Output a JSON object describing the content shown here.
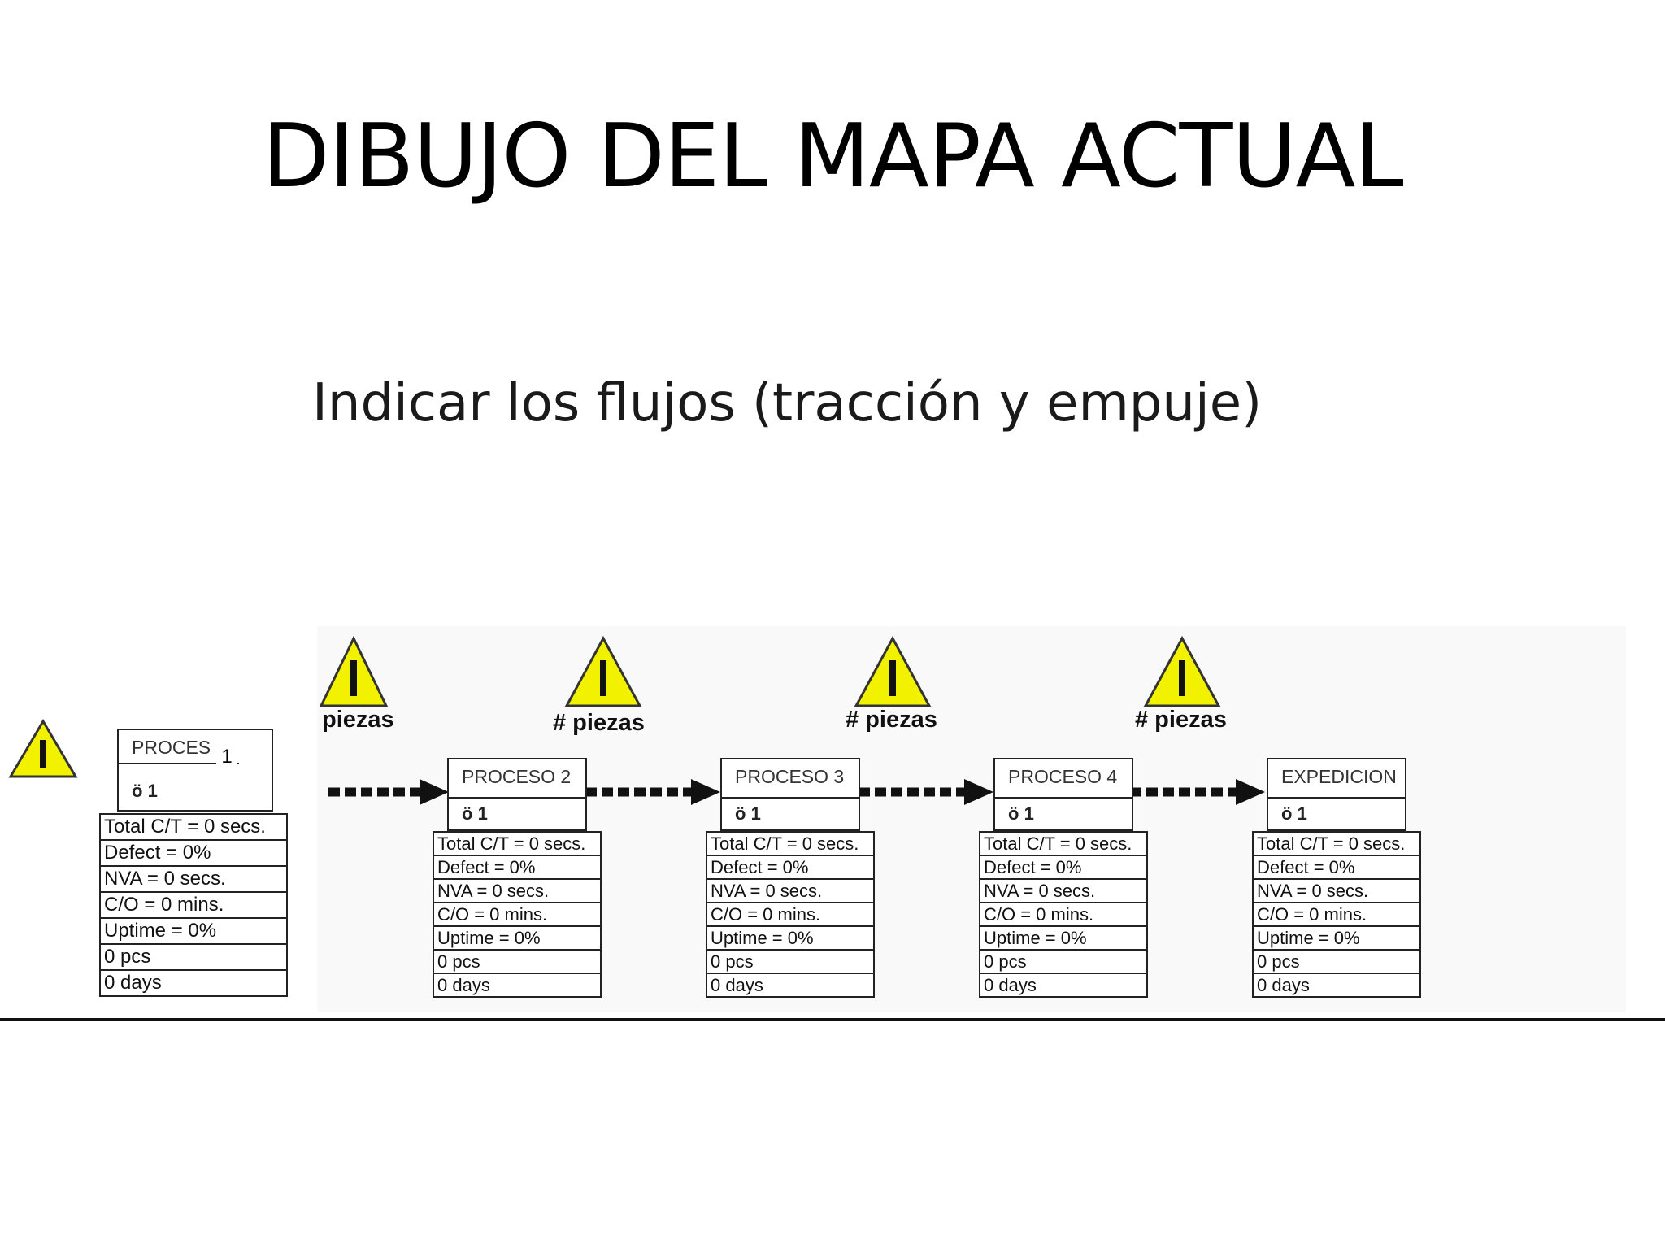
{
  "slide": {
    "title": "DIBUJO DEL MAPA ACTUAL",
    "subtitle": "Indicar los flujos (tracción y empuje)"
  },
  "diagram": {
    "inventory_labels": [
      "piezas",
      "# piezas",
      "# piezas",
      "# piezas"
    ],
    "processes": [
      {
        "name": "PROCES",
        "name_overlay": "1",
        "operators": "1",
        "metrics": [
          "Total C/T = 0 secs.",
          "Defect = 0%",
          "NVA = 0 secs.",
          "C/O = 0 mins.",
          "Uptime = 0%",
          "0 pcs",
          "0 days"
        ]
      },
      {
        "name": "PROCESO 2",
        "operators": "1",
        "metrics": [
          "Total C/T = 0 secs.",
          "Defect = 0%",
          "NVA = 0 secs.",
          "C/O = 0 mins.",
          "Uptime = 0%",
          "0 pcs",
          "0 days"
        ]
      },
      {
        "name": "PROCESO 3",
        "operators": "1",
        "metrics": [
          "Total C/T = 0 secs.",
          "Defect = 0%",
          "NVA = 0 secs.",
          "C/O = 0 mins.",
          "Uptime = 0%",
          "0 pcs",
          "0 days"
        ]
      },
      {
        "name": "PROCESO 4",
        "operators": "1",
        "metrics": [
          "Total C/T = 0 secs.",
          "Defect = 0%",
          "NVA = 0 secs.",
          "C/O = 0 mins.",
          "Uptime = 0%",
          "0 pcs",
          "0 days"
        ]
      },
      {
        "name": "EXPEDICION",
        "operators": "1",
        "metrics": [
          "Total C/T = 0 secs.",
          "Defect = 0%",
          "NVA = 0 secs.",
          "C/O = 0 mins.",
          "Uptime = 0%",
          "0 pcs",
          "0 days"
        ]
      }
    ],
    "icons": {
      "inventory": "inventory-triangle-icon",
      "push_arrow": "push-arrow-icon",
      "operator": "operator-icon"
    },
    "colors": {
      "inventory_fill": "#f2f200",
      "line": "#111111"
    }
  }
}
